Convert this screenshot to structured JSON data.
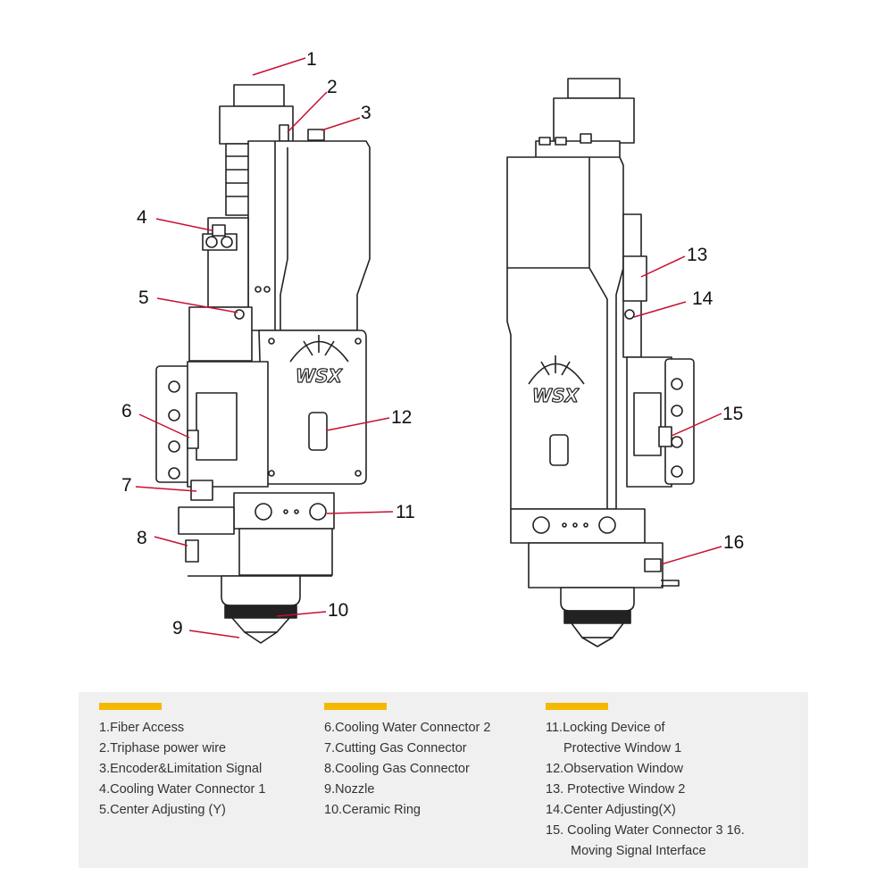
{
  "colors": {
    "accent": "#f5b800",
    "leader": "#c8102e",
    "panel_bg": "#f0f0f0",
    "line": "#222222"
  },
  "brand_logo_text": "WSX",
  "callouts": [
    "1",
    "2",
    "3",
    "4",
    "5",
    "6",
    "7",
    "8",
    "9",
    "10",
    "11",
    "12",
    "13",
    "14",
    "15",
    "16"
  ],
  "legend": {
    "col1": [
      "1.Fiber Access",
      "2.Triphase power wire",
      "3.Encoder&Limitation Signal",
      "4.Cooling Water Connector 1",
      "5.Center Adjusting (Y)"
    ],
    "col2": [
      "6.Cooling Water Connector 2",
      "7.Cutting Gas Connector",
      "8.Cooling Gas Connector",
      "9.Nozzle",
      "10.Ceramic Ring"
    ],
    "col3": [
      "11.Locking Device of",
      "Protective Window 1",
      "12.Observation Window",
      "13. Protective Window 2",
      "14.Center Adjusting(X)",
      "15. Cooling Water Connector 3 16.",
      "Moving Signal Interface"
    ]
  }
}
